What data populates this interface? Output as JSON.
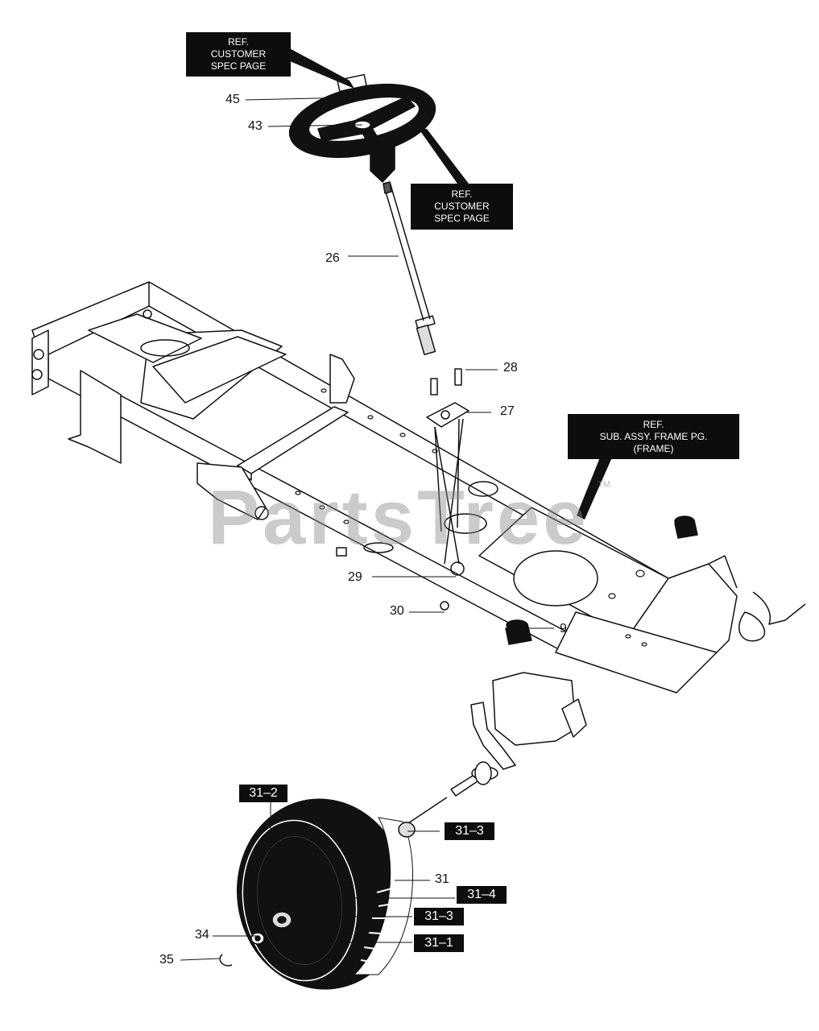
{
  "refs": {
    "ref_top_left": [
      "REF.",
      "CUSTOMER",
      "SPEC PAGE"
    ],
    "ref_right_wheel": [
      "REF.",
      "CUSTOMER",
      "SPEC PAGE"
    ],
    "ref_frame": [
      "REF.",
      "SUB. ASSY. FRAME PG.",
      "(FRAME)"
    ]
  },
  "callouts": {
    "c45": "45",
    "c43": "43",
    "c26": "26",
    "c28": "28",
    "c27": "27",
    "c29": "29",
    "c30": "30",
    "c9": "9",
    "c31": "31",
    "c34": "34",
    "c35": "35"
  },
  "tags": {
    "t31_2": "31–2",
    "t31_3a": "31–3",
    "t31_4": "31–4",
    "t31_3b": "31–3",
    "t31_1": "31–1"
  },
  "watermark": {
    "text": "PartsTree",
    "tm": "TM"
  }
}
